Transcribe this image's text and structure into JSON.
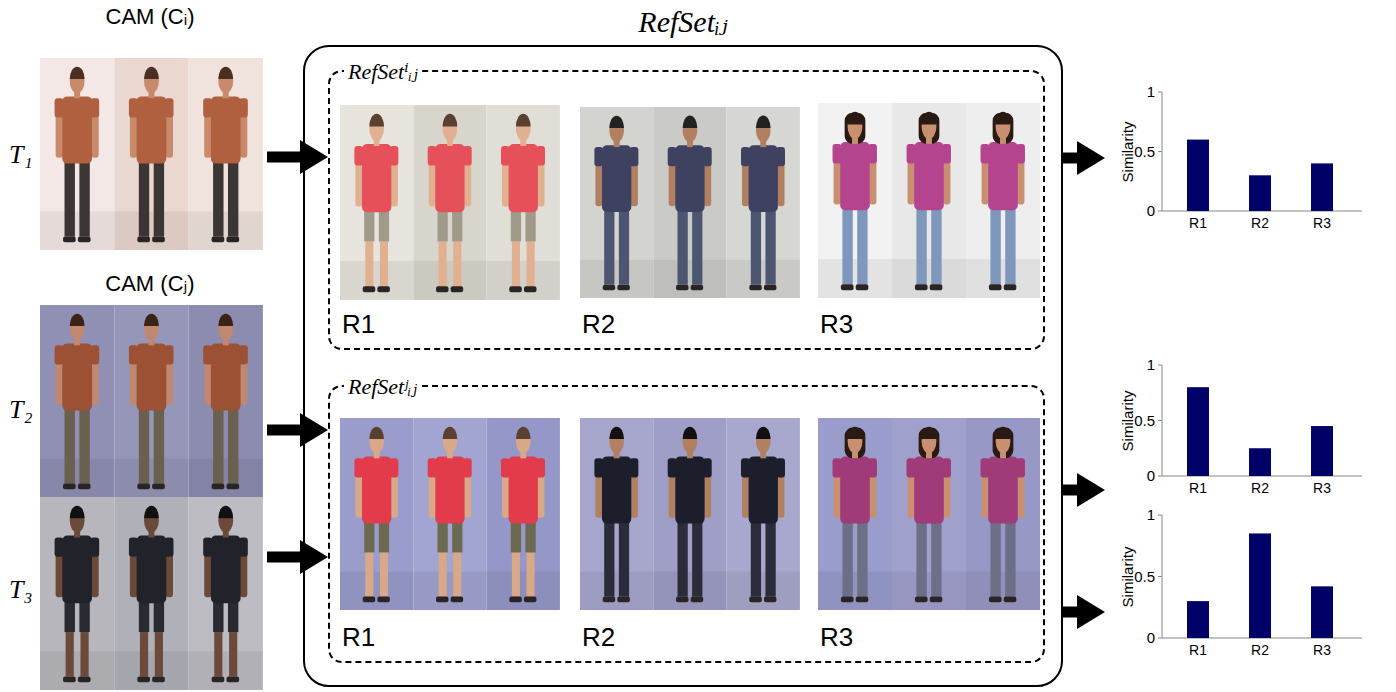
{
  "diagram": {
    "nodes": [
      {
        "text": [
          "T₁"
        ]
      },
      {
        "text": [
          "T₂"
        ]
      },
      {
        "text": [
          "T₃"
        ]
      },
      {
        "text": [
          "RefSetᵢⱼ"
        ]
      },
      {
        "text": [
          "RefSetⁱᵢⱼ",
          "R1",
          "R2",
          "R3"
        ],
        "in": 3
      },
      {
        "text": [
          "RefSetʲᵢⱼ",
          "R1",
          "R2",
          "R3"
        ],
        "in": 3
      },
      {
        "text": [
          "Similarity",
          "1",
          "0.5",
          "0",
          "R1",
          "R2",
          "R3"
        ]
      },
      {
        "text": [
          "Similarity",
          "1",
          "0.5",
          "0",
          "R1",
          "R2",
          "R3"
        ]
      },
      {
        "text": [
          "Similarity",
          "1",
          "0.5",
          "0",
          "R1",
          "R2",
          "R3"
        ]
      }
    ],
    "edges": [
      {
        "from": 0,
        "to": 4,
        "arrow": "to"
      },
      {
        "from": 1,
        "to": 5,
        "arrow": "to"
      },
      {
        "from": 2,
        "to": 5,
        "arrow": "to"
      },
      {
        "from": 3,
        "to": 6,
        "arrow": "to"
      },
      {
        "from": 3,
        "to": 7,
        "arrow": "to"
      },
      {
        "from": 3,
        "to": 8,
        "arrow": "to"
      }
    ],
    "labels": [
      "CAM (Cᵢ)",
      "CAM (Cⱼ)"
    ]
  }
}
